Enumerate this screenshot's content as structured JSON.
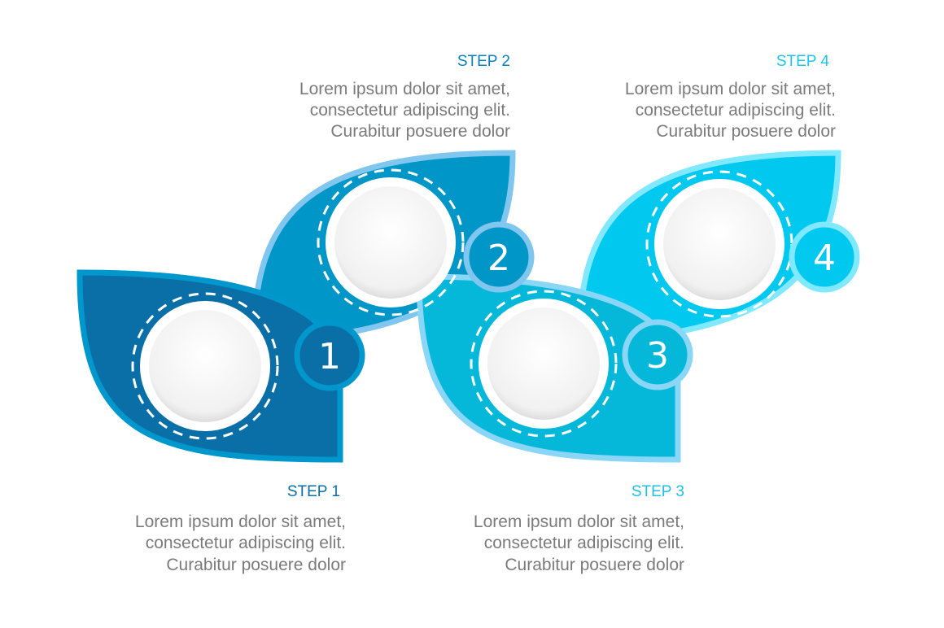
{
  "steps": [
    {
      "title": "STEP 1",
      "number": "1",
      "lines": [
        "Lorem ipsum dolor sit amet,",
        "consectetur adipiscing elit.",
        "Curabitur posuere dolor"
      ],
      "fill": "#0a6fa6",
      "border": "#0097cc",
      "title_color": "#0a6fa6"
    },
    {
      "title": "STEP 2",
      "number": "2",
      "lines": [
        "Lorem ipsum dolor sit amet,",
        "consectetur adipiscing elit.",
        "Curabitur posuere dolor"
      ],
      "fill": "#0096c7",
      "border": "#80c6ee",
      "title_color": "#0a7fc0"
    },
    {
      "title": "STEP 3",
      "number": "3",
      "lines": [
        "Lorem ipsum dolor sit amet,",
        "consectetur adipiscing elit.",
        "Curabitur posuere dolor"
      ],
      "fill": "#05b8da",
      "border": "#8ad6f6",
      "title_color": "#1ec0e6"
    },
    {
      "title": "STEP 4",
      "number": "4",
      "lines": [
        "Lorem ipsum dolor sit amet,",
        "consectetur adipiscing elit.",
        "Curabitur posuere dolor"
      ],
      "fill": "#00c8ef",
      "border": "#80e8ff",
      "title_color": "#1ec4ea"
    }
  ]
}
